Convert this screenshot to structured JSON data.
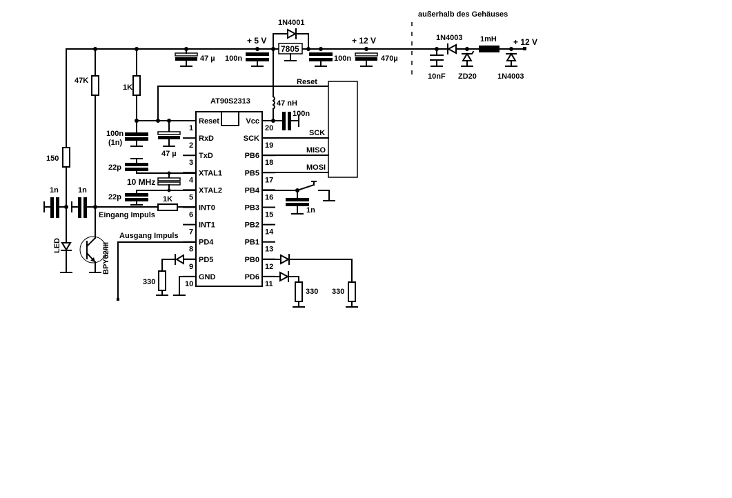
{
  "diagram": {
    "type": "circuit-schematic",
    "microcontroller": {
      "name": "AT90S2313",
      "left_pins": [
        {
          "num": "1",
          "name": "Reset"
        },
        {
          "num": "2",
          "name": "RxD"
        },
        {
          "num": "3",
          "name": "TxD"
        },
        {
          "num": "4",
          "name": "XTAL1"
        },
        {
          "num": "5",
          "name": "XTAL2"
        },
        {
          "num": "6",
          "name": "INT0"
        },
        {
          "num": "7",
          "name": "INT1"
        },
        {
          "num": "8",
          "name": "PD4"
        },
        {
          "num": "9",
          "name": "PD5"
        },
        {
          "num": "10",
          "name": "GND"
        }
      ],
      "right_pins": [
        {
          "num": "20",
          "name": "Vcc"
        },
        {
          "num": "19",
          "name": "SCK"
        },
        {
          "num": "18",
          "name": "PB6"
        },
        {
          "num": "17",
          "name": "PB5"
        },
        {
          "num": "16",
          "name": "PB4"
        },
        {
          "num": "15",
          "name": "PB3"
        },
        {
          "num": "14",
          "name": "PB2"
        },
        {
          "num": "13",
          "name": "PB1"
        },
        {
          "num": "12",
          "name": "PB0"
        },
        {
          "num": "11",
          "name": "PD6"
        }
      ]
    },
    "isp_connector": {
      "reset": "Reset",
      "sck": "SCK",
      "miso": "MISO",
      "mosi": "MOSI"
    },
    "power": {
      "v5_label": "+ 5 V",
      "v12_label": "+ 12 V",
      "v12_in_label": "+ 12 V",
      "regulator": "7805",
      "protect_diode": "1N4001",
      "outside_housing": "außerhalb des Gehäuses"
    },
    "components": {
      "c_47u_top": "47 µ",
      "c_100n_5v": "100n",
      "c_100n_12v": "100n",
      "c_470u": "470µ",
      "c_10nF": "10nF",
      "d_1n4003_series": "1N4003",
      "zd20": "ZD20",
      "l_1mH": "1mH",
      "d_1n4003_shunt": "1N4003",
      "l_47nH": "47 nH",
      "c_100n_vcc": "100n",
      "r_47k": "47K",
      "r_1k_reset": "1K",
      "c_100n_reset": "100n",
      "c_100n_reset_alt": "(1n)",
      "c_47u_reset": "47 µ",
      "r_150": "150",
      "c_22p_1": "22p",
      "crystal": "10 MHz",
      "c_22p_2": "22p",
      "c_1n_led": "1n",
      "c_1n_tr": "1n",
      "r_1k_int0": "1K",
      "eingang": "Eingang Impuls",
      "ausgang": "Ausgang Impuls",
      "led_label": "LED",
      "phototransistor": "BPY62/III",
      "r_330_pd5": "330",
      "c_1n_pb4": "1n",
      "r_330_pd6": "330",
      "r_330_pb0": "330"
    }
  }
}
